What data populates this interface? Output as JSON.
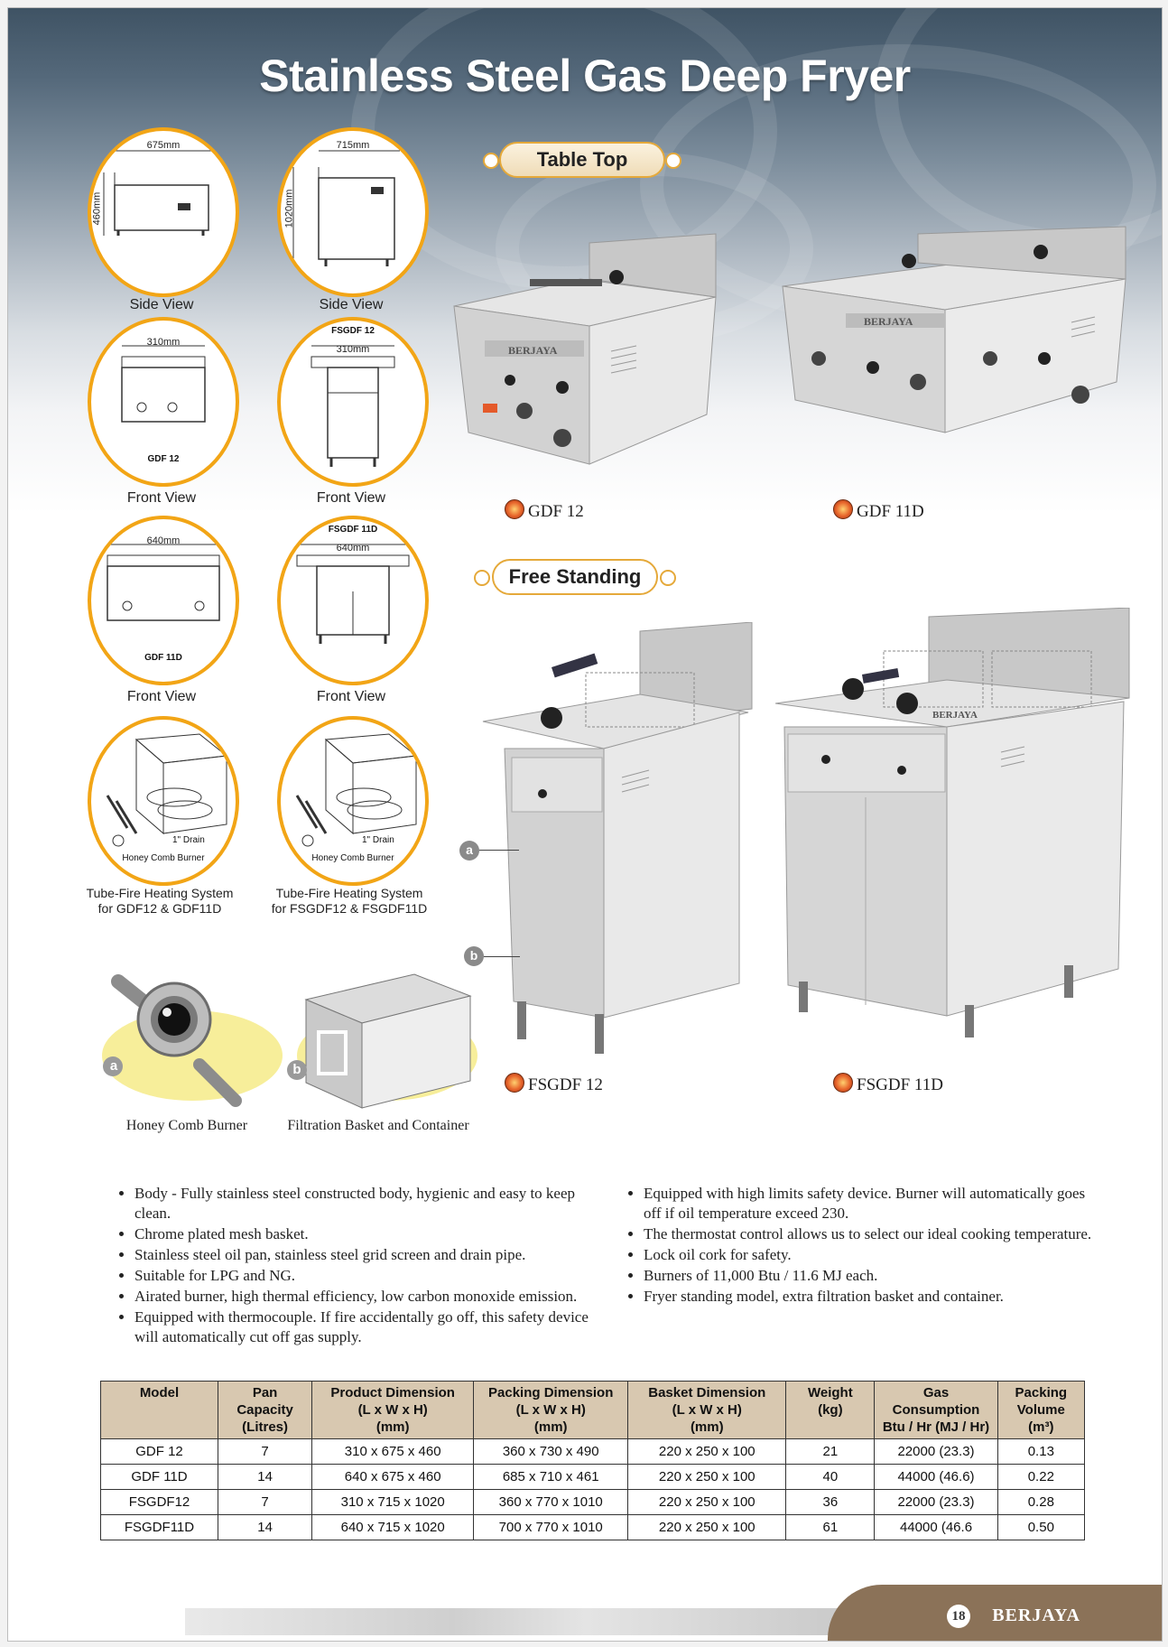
{
  "title": "Stainless Steel Gas Deep Fryer",
  "sections": {
    "table_top": "Table Top",
    "free_standing": "Free Standing"
  },
  "drawings": [
    {
      "caption": "Side View",
      "dim_h": "675mm",
      "dim_v": "460mm",
      "tag": ""
    },
    {
      "caption": "Side View",
      "dim_h": "715mm",
      "dim_v": "1020mm",
      "tag": ""
    },
    {
      "caption": "Front View",
      "dim_h": "310mm",
      "dim_v": "",
      "tag": "GDF 12"
    },
    {
      "caption": "Front View",
      "dim_h": "310mm",
      "dim_v": "",
      "tag": "FSGDF 12"
    },
    {
      "caption": "Front View",
      "dim_h": "640mm",
      "dim_v": "",
      "tag": "GDF 11D"
    },
    {
      "caption": "Front View",
      "dim_h": "640mm",
      "dim_v": "",
      "tag": "FSGDF 11D"
    }
  ],
  "burner_drawings": [
    {
      "line1": "Tube-Fire Heating System",
      "line2": "for GDF12 & GDF11D",
      "drain": "1\" Drain",
      "burner": "Honey Comb Burner"
    },
    {
      "line1": "Tube-Fire Heating System",
      "line2": "for FSGDF12 & FSGDF11D",
      "drain": "1\" Drain",
      "burner": "Honey Comb  Burner"
    }
  ],
  "accessories": [
    {
      "marker": "a",
      "caption": "Honey Comb Burner"
    },
    {
      "marker": "b",
      "caption": "Filtration Basket and Container"
    }
  ],
  "products": [
    "GDF 12",
    "GDF 11D",
    "FSGDF 12",
    "FSGDF 11D"
  ],
  "photo_brand": "BERJAYA",
  "markers": [
    "a",
    "b"
  ],
  "features_left": [
    "Body - Fully stainless steel constructed body, hygienic and easy to keep clean.",
    "Chrome plated mesh basket.",
    "Stainless steel oil pan, stainless steel grid screen and drain pipe.",
    "Suitable for LPG and NG.",
    "Airated burner, high thermal efficiency, low carbon monoxide emission.",
    "Equipped with thermocouple. If fire accidentally go off, this safety device will automatically cut off gas supply."
  ],
  "features_right": [
    "Equipped with high limits safety device. Burner will automatically goes off if oil temperature exceed 230.",
    "The thermostat control allows us to select our ideal cooking temperature.",
    "Lock oil cork for safety.",
    "Burners of 11,000 Btu / 11.6 MJ each.",
    "Fryer standing model, extra filtration basket and container."
  ],
  "table": {
    "headers": [
      [
        "Model"
      ],
      [
        "Pan",
        "Capacity",
        "(Litres)"
      ],
      [
        "Product Dimension",
        "(L x W x H)",
        "(mm)"
      ],
      [
        "Packing Dimension",
        "(L x W x H)",
        "(mm)"
      ],
      [
        "Basket Dimension",
        "(L x W x H)",
        "(mm)"
      ],
      [
        "Weight",
        "(kg)"
      ],
      [
        "Gas",
        "Consumption",
        "Btu / Hr (MJ / Hr)"
      ],
      [
        "Packing",
        "Volume",
        "(m³)"
      ]
    ],
    "rows": [
      [
        "GDF 12",
        "7",
        "310 x 675 x 460",
        "360 x 730 x 490",
        "220 x 250 x 100",
        "21",
        "22000 (23.3)",
        "0.13"
      ],
      [
        "GDF 11D",
        "14",
        "640 x 675 x 460",
        "685 x 710 x 461",
        "220 x 250 x 100",
        "40",
        "44000 (46.6)",
        "0.22"
      ],
      [
        "FSGDF12",
        "7",
        "310 x 715 x 1020",
        "360 x 770 x 1010",
        "220 x 250 x 100",
        "36",
        "22000 (23.3)",
        "0.28"
      ],
      [
        "FSGDF11D",
        "14",
        "640 x 715 x 1020",
        "700 x 770 x 1010",
        "220 x 250 x 100",
        "61",
        "44000 (46.6",
        "0.50"
      ]
    ]
  },
  "footer": {
    "page_number": "18",
    "brand": "BERJAYA"
  },
  "colors": {
    "accent_orange": "#f2a516",
    "table_header": "#d8c8b0",
    "footer_brown": "#8b7258"
  }
}
